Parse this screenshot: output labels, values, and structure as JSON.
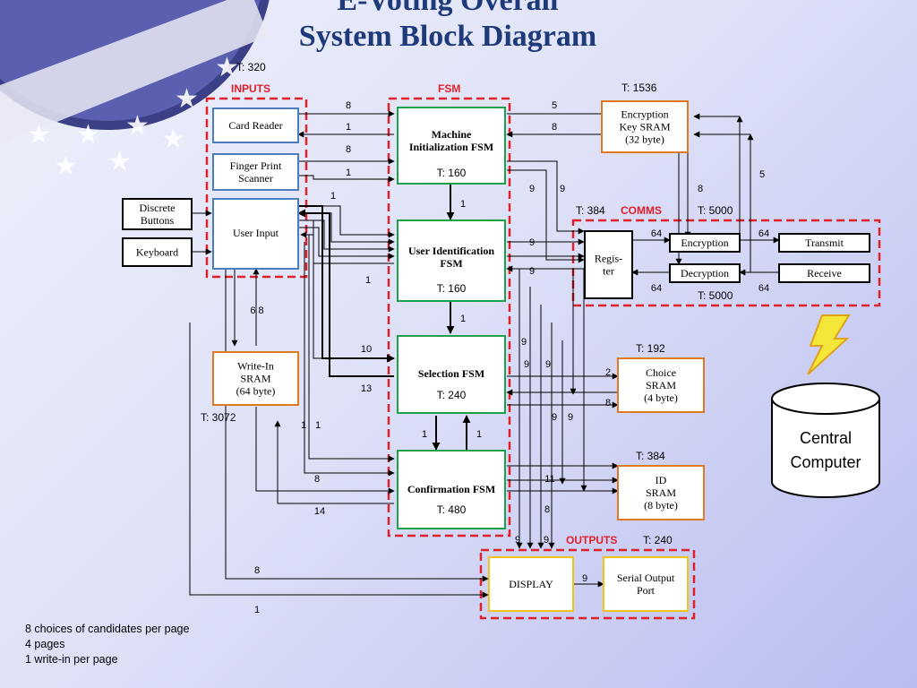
{
  "title": {
    "line1": "E-Voting Overall",
    "line2": "System Block Diagram"
  },
  "group_labels": {
    "inputs": "INPUTS",
    "fsm": "FSM",
    "comms": "COMMS",
    "outputs": "OUTPUTS"
  },
  "blocks": {
    "card_reader": [
      "Card Reader"
    ],
    "finger_print": [
      "Finger Print",
      "Scanner"
    ],
    "user_input": [
      "User Input"
    ],
    "discrete_buttons": [
      "Discrete",
      "Buttons"
    ],
    "keyboard": [
      "Keyboard"
    ],
    "write_in_sram": [
      "Write-In",
      "SRAM",
      "(64 byte)"
    ],
    "machine_init": [
      "Machine",
      "Initialization FSM"
    ],
    "user_ident": [
      "User Identification",
      "FSM"
    ],
    "selection": [
      "Selection FSM"
    ],
    "confirmation": [
      "Confirmation FSM"
    ],
    "encryption_key_sram": [
      "Encryption",
      "Key SRAM",
      "(32 byte)"
    ],
    "register": [
      "Regis-",
      "ter"
    ],
    "encryption": [
      "Encryption"
    ],
    "decryption": [
      "Decryption"
    ],
    "transmit": [
      "Transmit"
    ],
    "receive": [
      "Receive"
    ],
    "choice_sram": [
      "Choice",
      "SRAM",
      "(4 byte)"
    ],
    "id_sram": [
      "ID",
      "SRAM",
      "(8 byte)"
    ],
    "display": [
      "DISPLAY"
    ],
    "serial_output": [
      "Serial Output",
      "Port"
    ],
    "central_computer": [
      "Central",
      "Computer"
    ]
  },
  "timings": {
    "inputs": "T: 320",
    "machine_init": "T: 160",
    "user_ident": "T: 160",
    "selection": "T: 240",
    "confirmation": "T: 480",
    "write_in": "T: 3072",
    "enc_key": "T: 1536",
    "register": "T: 384",
    "comms_enc": "T: 5000",
    "comms_dec": "T: 5000",
    "choice": "T: 192",
    "id": "T: 384",
    "outputs": "T: 240"
  },
  "bus_labels": {
    "a8": "8",
    "a1": "1",
    "b8": "8",
    "b1": "1",
    "c1": "1",
    "d1": "1",
    "e5": "5",
    "e8": "8",
    "f9a": "9",
    "f9b": "9",
    "g8": "8",
    "g5": "5",
    "h1": "1",
    "h9": "9",
    "h9b": "9",
    "r64a": "64",
    "r64b": "64",
    "r64c": "64",
    "r64d": "64",
    "i68": "6 8",
    "j1": "1",
    "k10": "10",
    "k13": "13",
    "k9a": "9",
    "k9b": "9",
    "k9c": "9",
    "k2": "2",
    "k8": "8",
    "l11a": "1",
    "l11b": "1",
    "l9a": "9",
    "l9b": "9",
    "l1a": "1",
    "l1b": "1",
    "m8": "8",
    "m14": "14",
    "m11": "11",
    "m8b": "8",
    "n9a": "9",
    "n9b": "9",
    "o8": "8",
    "o1": "1",
    "p9": "9"
  },
  "notes": [
    "8 choices of candidates per page",
    "4 pages",
    "1 write-in per page"
  ]
}
